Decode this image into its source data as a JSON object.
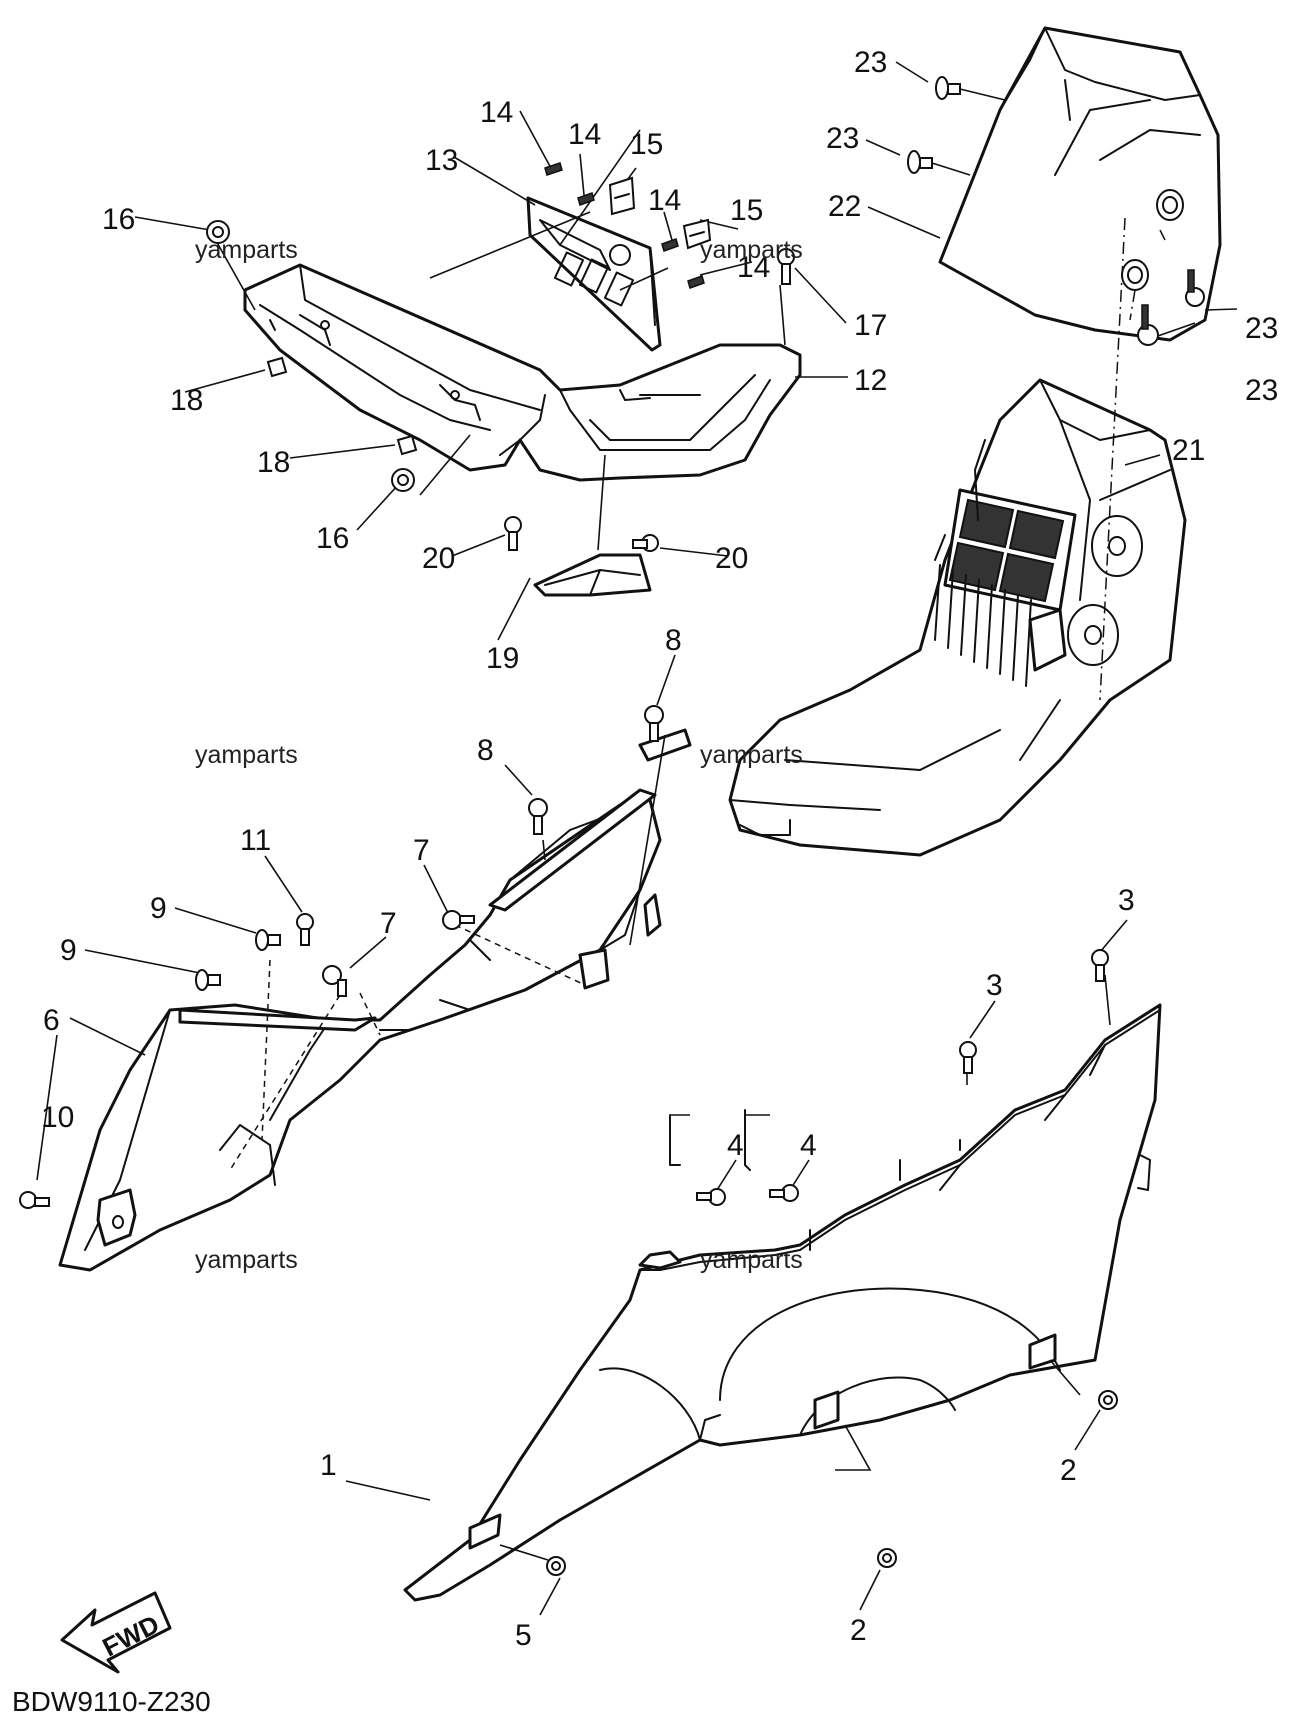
{
  "diagram": {
    "code": "BDW9110-Z230",
    "fwd_label": "FWD",
    "watermark": "yamparts",
    "callouts": {
      "c1": "1",
      "c2a": "2",
      "c2b": "2",
      "c3a": "3",
      "c3b": "3",
      "c4a": "4",
      "c4b": "4",
      "c5": "5",
      "c6": "6",
      "c7a": "7",
      "c7b": "7",
      "c8a": "8",
      "c8b": "8",
      "c9a": "9",
      "c9b": "9",
      "c10": "10",
      "c11": "11",
      "c12": "12",
      "c13": "13",
      "c14a": "14",
      "c14b": "14",
      "c14c": "14",
      "c14d": "14",
      "c15a": "15",
      "c15b": "15",
      "c16a": "16",
      "c16b": "16",
      "c17": "17",
      "c18a": "18",
      "c18b": "18",
      "c19": "19",
      "c20a": "20",
      "c20b": "20",
      "c21": "21",
      "c22": "22",
      "c23a": "23",
      "c23b": "23",
      "c23c": "23",
      "c23d": "23"
    }
  }
}
